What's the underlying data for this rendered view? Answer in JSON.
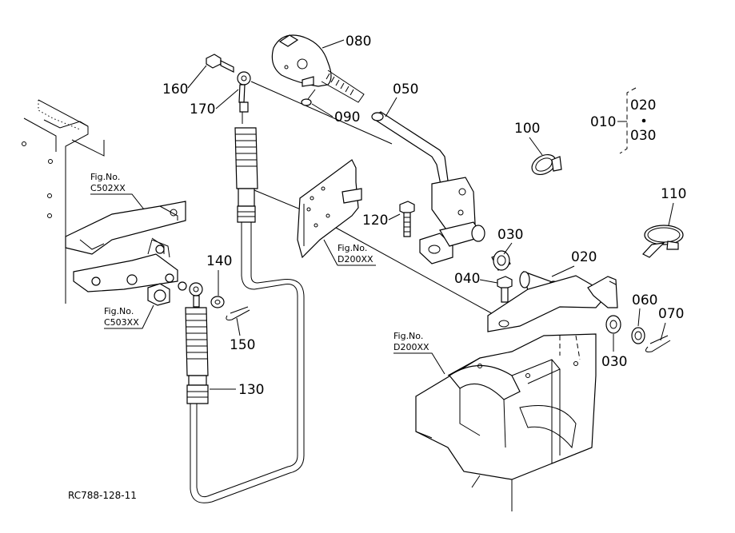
{
  "diagram": {
    "part_numbers": {
      "p010": "010",
      "p020": "020",
      "p030": "030",
      "p040": "040",
      "p050": "050",
      "p060": "060",
      "p070": "070",
      "p080": "080",
      "p090": "090",
      "p100": "100",
      "p110": "110",
      "p120": "120",
      "p130": "130",
      "p140": "140",
      "p150": "150",
      "p160": "160",
      "p170": "170"
    },
    "kit": {
      "label": "010",
      "items": [
        "020",
        "030"
      ]
    },
    "figure_refs": [
      {
        "line1": "Fig.No.",
        "line2": "C502XX"
      },
      {
        "line1": "Fig.No.",
        "line2": "C503XX"
      },
      {
        "line1": "Fig.No.",
        "line2": "D200XX"
      },
      {
        "line1": "Fig.No.",
        "line2": "D200XX"
      }
    ],
    "drawing_code": "RC788-128-11"
  }
}
